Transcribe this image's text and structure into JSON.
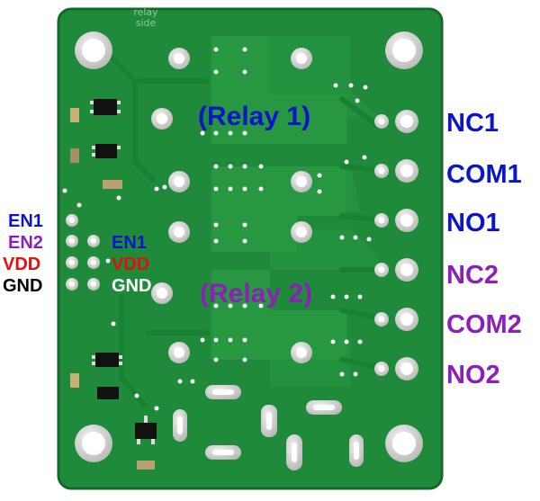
{
  "colors": {
    "board": "#1f8a3a",
    "board_edge": "#16702c",
    "copper": "#2a9a45",
    "pad": "#d8d8d8",
    "pad_hole": "#ffffff",
    "blue": "#0a16c8",
    "purple": "#8c1fb8",
    "red": "#e01010",
    "black": "#000000",
    "white": "#ffffff"
  },
  "silkscreen": {
    "line1": "relay",
    "line2": "side"
  },
  "relay_labels": {
    "relay1": "(Relay 1)",
    "relay2": "(Relay 2)"
  },
  "terminals": {
    "nc1": "NC1",
    "com1": "COM1",
    "no1": "NO1",
    "nc2": "NC2",
    "com2": "COM2",
    "no2": "NO2"
  },
  "left_header": {
    "en1": "EN1",
    "en2": "EN2",
    "vdd": "VDD",
    "gnd": "GND"
  },
  "inner_header": {
    "en1": "EN1",
    "vdd": "VDD",
    "gnd": "GND"
  }
}
